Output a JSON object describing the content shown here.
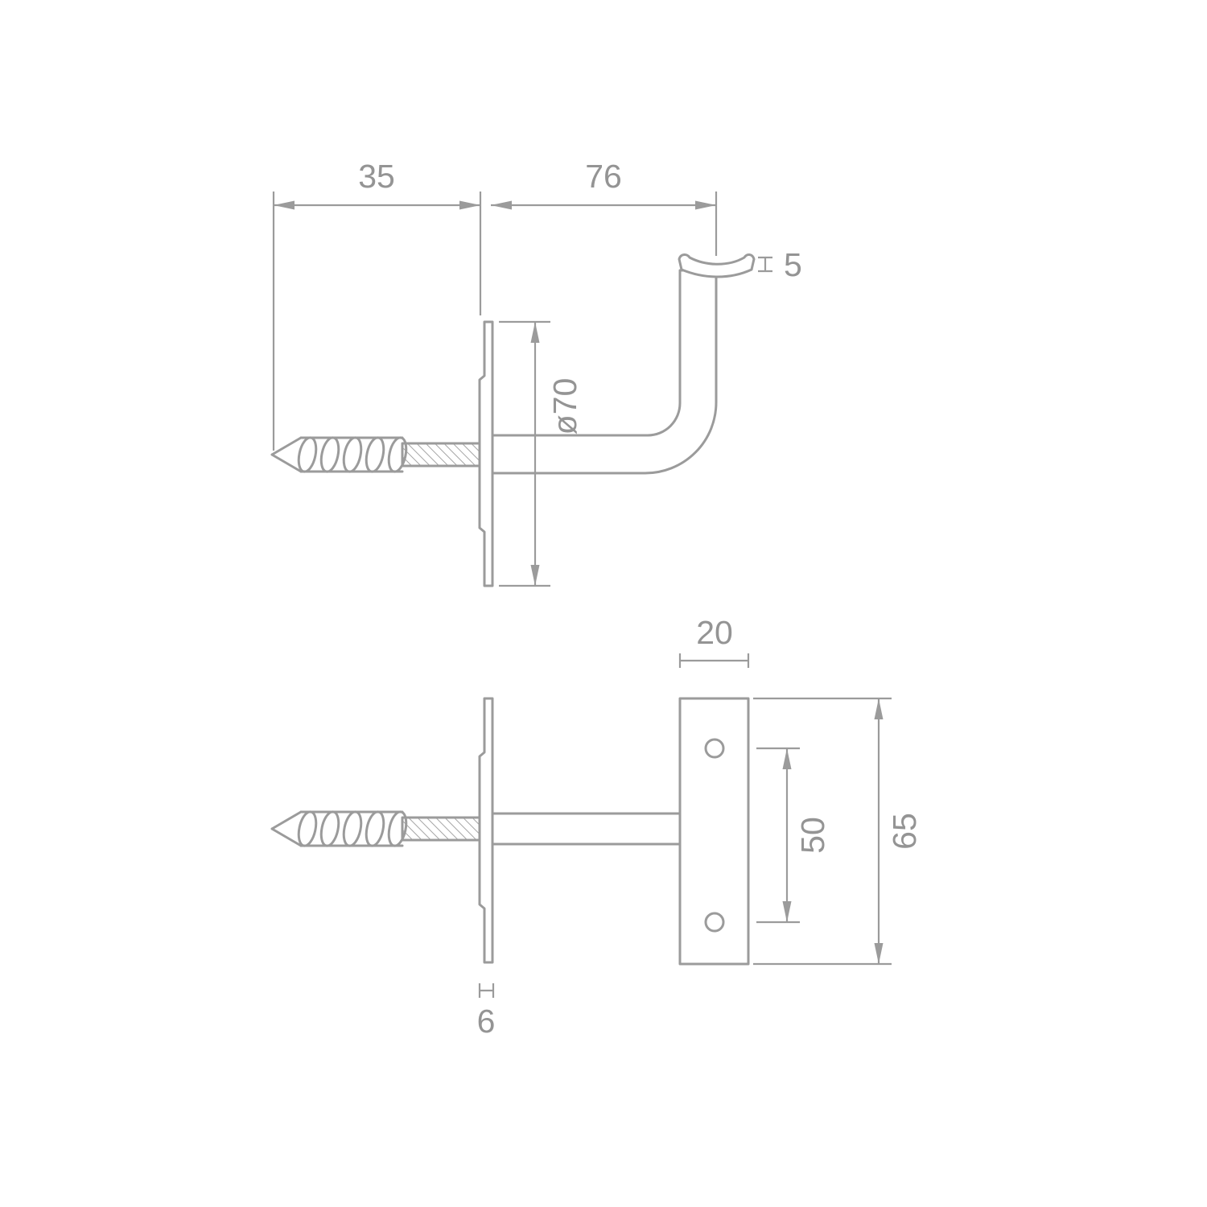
{
  "page": {
    "background": "#ffffff"
  },
  "drawing": {
    "kind": "dimensioned technical line drawing",
    "subject": "handrail bracket with hanger bolt and wall rose, side view (top) and plan view (bottom)",
    "units": "mm",
    "line_color": "#9b9b9b",
    "text_color": "#949494"
  },
  "dims": {
    "side": {
      "screw_length": "35",
      "projection": "76",
      "saddle_thickness": "5",
      "rose_diameter": "ø70"
    },
    "plan": {
      "plate_width": "20",
      "hole_spacing": "50",
      "plate_height": "65",
      "rose_thickness": "6"
    }
  }
}
